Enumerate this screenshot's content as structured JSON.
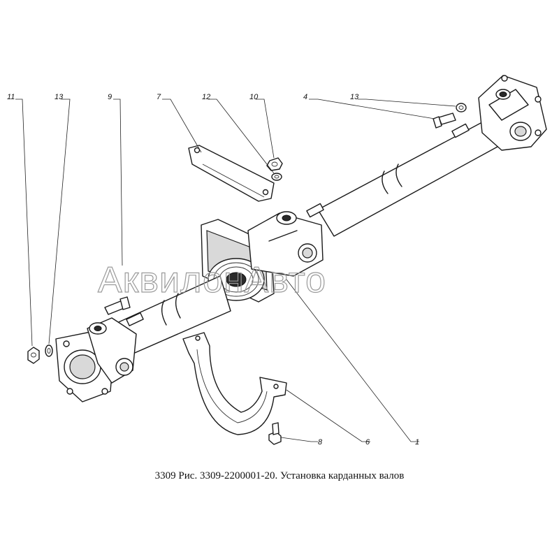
{
  "callouts": {
    "c11": "11",
    "c13a": "13",
    "c9": "9",
    "c7": "7",
    "c12": "12",
    "c10": "10",
    "c4": "4",
    "c13b": "13",
    "c8": "8",
    "c6": "6",
    "c1": "1"
  },
  "watermark": "АквилонАвто",
  "caption": "3309 Рис. 3309-2200001-20. Установка карданных валов"
}
